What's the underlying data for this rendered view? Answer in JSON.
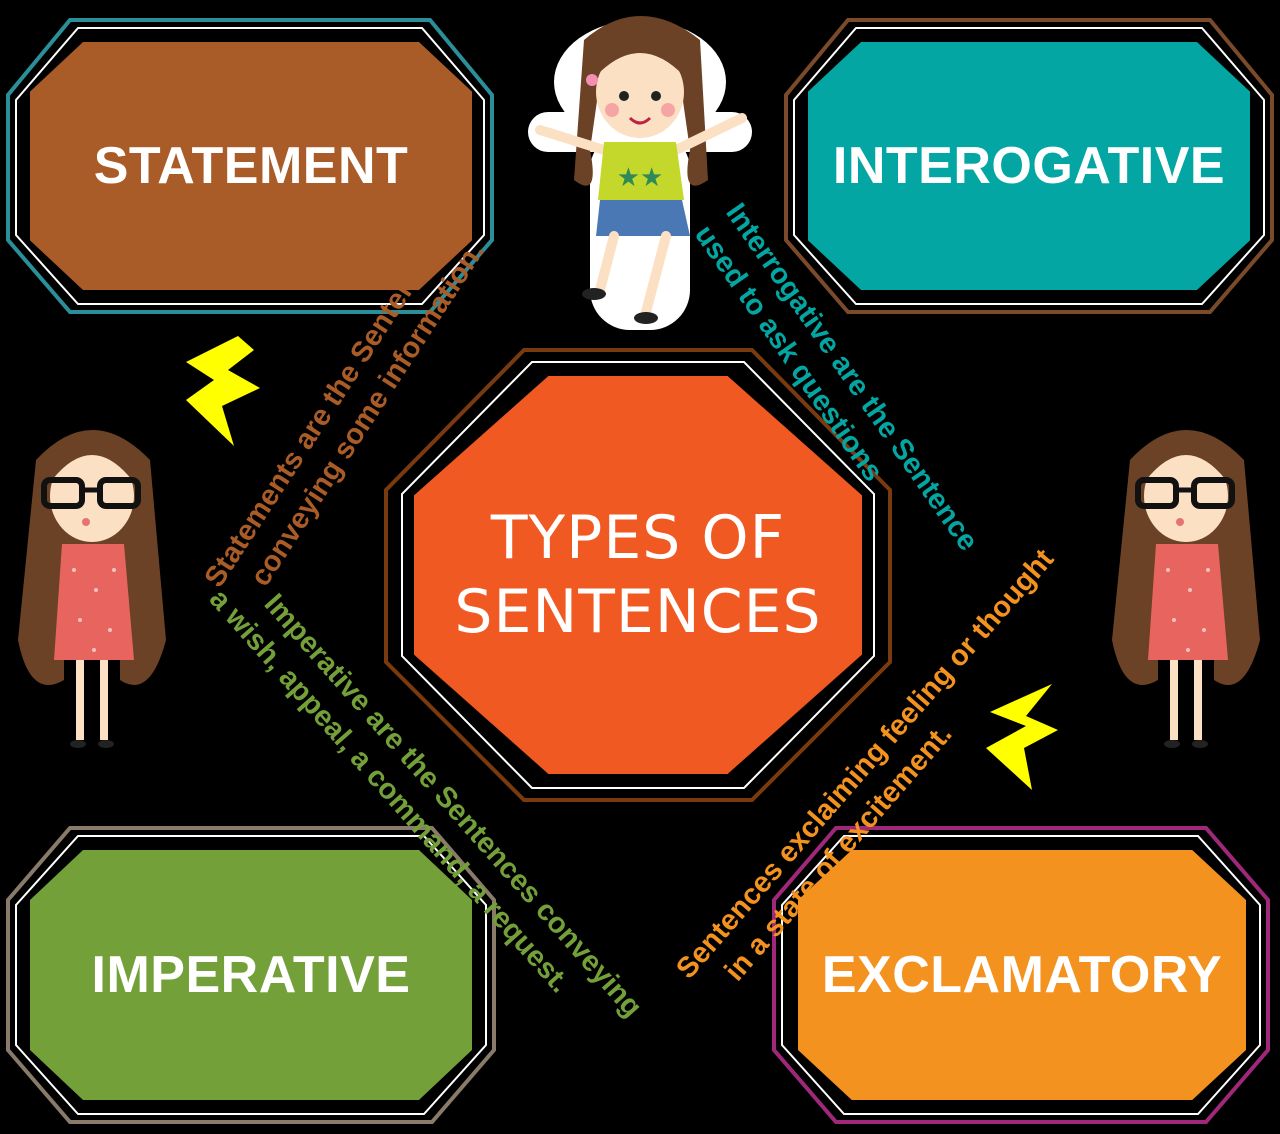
{
  "center": {
    "line1": "TYPES OF",
    "line2": "SENTENCES"
  },
  "boxes": {
    "statement": "STATEMENT",
    "interrogative": "INTEROGATIVE",
    "imperative": "IMPERATIVE",
    "exclamatory": "EXCLAMATORY"
  },
  "descriptions": {
    "statement": {
      "line1": "Statements are the Sentences",
      "line2": "conveying some information."
    },
    "interrogative": {
      "line1": "Interrogative are the Sentence",
      "line2": "used to ask questions"
    },
    "imperative": {
      "line1": "Imperative are the Sentences conveying",
      "line2": "a wish, appeal, a command, a request."
    },
    "exclamatory": {
      "line1": "Sentences exclaiming feeling or thought",
      "line2": "in a state of excitement."
    }
  },
  "colors": {
    "statement": "#A95C27",
    "interrogative": "#03A6A2",
    "imperative": "#74A03A",
    "exclamatory": "#F3921E",
    "center": "#F05A22",
    "bolt": "#FFFF00"
  },
  "icons": [
    "girl-jumping-icon",
    "girl-glasses-left-icon",
    "girl-glasses-right-icon",
    "lightning-bolt-icon"
  ]
}
